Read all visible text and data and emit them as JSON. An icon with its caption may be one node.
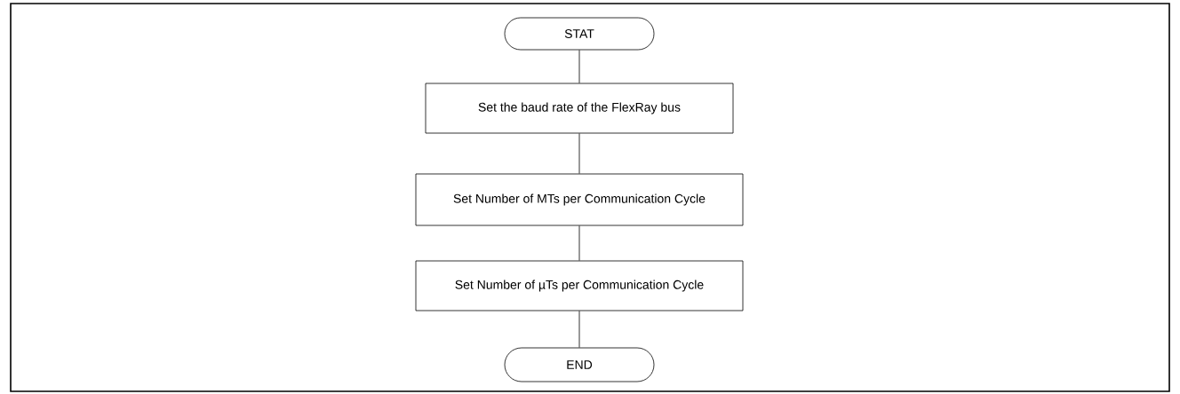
{
  "diagram": {
    "nodes": [
      {
        "text": [
          "STAT"
        ]
      },
      {
        "text": [
          "Set the baud rate of the FlexRay bus"
        ]
      },
      {
        "text": [
          "Set Number of MTs per Communication Cycle"
        ]
      },
      {
        "text": [
          "Set Number of µTs per Communication Cycle"
        ]
      },
      {
        "text": [
          "END"
        ]
      }
    ],
    "edges": [
      {
        "from": 0,
        "to": 1,
        "arrow": "none"
      },
      {
        "from": 1,
        "to": 2,
        "arrow": "none"
      },
      {
        "from": 2,
        "to": 3,
        "arrow": "none"
      },
      {
        "from": 3,
        "to": 4,
        "arrow": "none"
      }
    ]
  }
}
